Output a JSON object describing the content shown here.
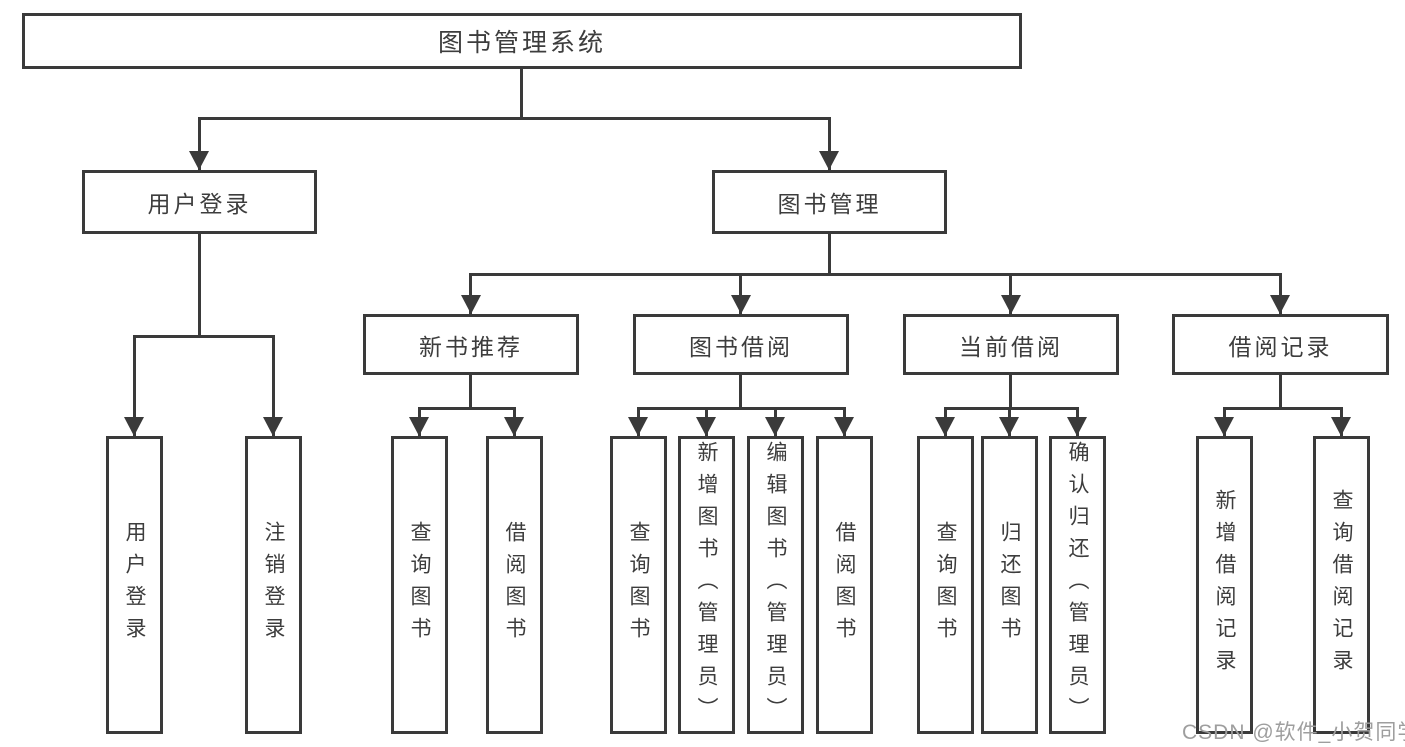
{
  "tree": {
    "root": {
      "label": "图书管理系统"
    },
    "level2": [
      {
        "label": "用户登录"
      },
      {
        "label": "图书管理"
      }
    ],
    "level3": [
      {
        "label": "新书推荐",
        "parent": "图书管理"
      },
      {
        "label": "图书借阅",
        "parent": "图书管理"
      },
      {
        "label": "当前借阅",
        "parent": "图书管理"
      },
      {
        "label": "借阅记录",
        "parent": "图书管理"
      }
    ],
    "leaves": [
      {
        "label": "用户登录",
        "parent": "用户登录"
      },
      {
        "label": "注销登录",
        "parent": "用户登录"
      },
      {
        "label": "查询图书",
        "parent": "新书推荐"
      },
      {
        "label": "借阅图书",
        "parent": "新书推荐"
      },
      {
        "label": "查询图书",
        "parent": "图书借阅"
      },
      {
        "label": "新增图书（管理员）",
        "parent": "图书借阅"
      },
      {
        "label": "编辑图书（管理员）",
        "parent": "图书借阅"
      },
      {
        "label": "借阅图书",
        "parent": "图书借阅"
      },
      {
        "label": "查询图书",
        "parent": "当前借阅"
      },
      {
        "label": "归还图书",
        "parent": "当前借阅"
      },
      {
        "label": "确认归还（管理员）",
        "parent": "当前借阅"
      },
      {
        "label": "新增借阅记录",
        "parent": "借阅记录"
      },
      {
        "label": "查询借阅记录",
        "parent": "借阅记录"
      }
    ]
  },
  "watermark": {
    "text": "CSDN @软件_小贺同学"
  },
  "colors": {
    "line": "#3a3a3a",
    "text": "#3d3d3d",
    "watermark": "#9e9e9e",
    "background": "#ffffff"
  }
}
